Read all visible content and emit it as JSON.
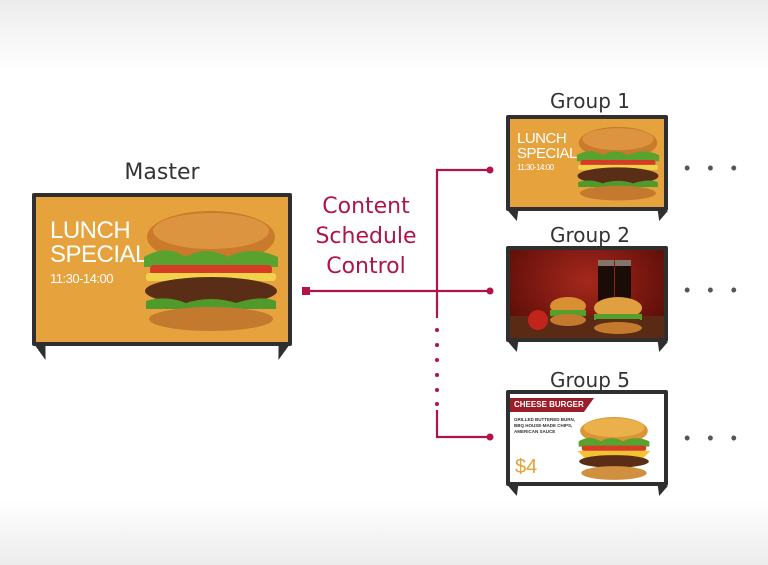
{
  "master": {
    "label": "Master",
    "line1": "LUNCH",
    "line2": "SPECIAL",
    "time": "11:30-14:00"
  },
  "control": {
    "line1": "Content",
    "line2": "Schedule",
    "line3": "Control"
  },
  "groups": [
    {
      "label": "Group 1",
      "line1": "LUNCH",
      "line2": "SPECIAL",
      "time": "11:30-14:00"
    },
    {
      "label": "Group 2"
    },
    {
      "label": "Group 5",
      "title": "CHEESE BURGER",
      "desc1": "GRILLED BUTTERED BURN,",
      "desc2": "BBQ HOUSE-MADE CHIPS,",
      "desc3": "AMERICAN SAUCE",
      "price": "$4"
    }
  ],
  "ellipsis": "• • •",
  "colors": {
    "accent": "#b0144b",
    "screen": "#e6a23c",
    "bezel": "#2f2f2f"
  }
}
